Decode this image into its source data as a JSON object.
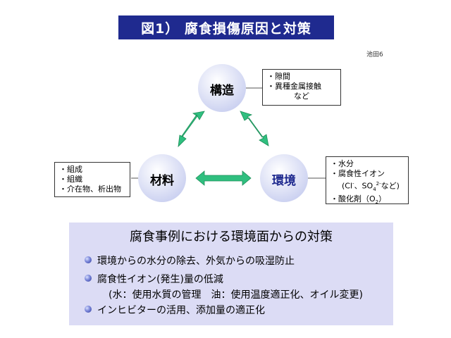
{
  "title": "図1） 腐食損傷原因と対策",
  "credit": "池田6",
  "nodes": {
    "structure": "構造",
    "material": "材料",
    "environment": "環境"
  },
  "notes": {
    "structure": [
      "・隙間",
      "・異種金属接触",
      "など"
    ],
    "material": [
      "・組成",
      "・組織",
      "・介在物、析出物"
    ],
    "environment": {
      "line1": "・水分",
      "line2": "・腐食性イオン",
      "line3_a": "(Cl",
      "line3_b": "-",
      "line3_c": "、SO",
      "line3_d": "4",
      "line3_e": "2-",
      "line3_f": "など)",
      "line4_a": "・酸化剤（O",
      "line4_b": "2",
      "line4_c": "）"
    }
  },
  "panel": {
    "heading": "腐食事例における環境面からの対策",
    "items": [
      "環境からの水分の除去、外気からの吸湿防止",
      "腐食性イオン(発生)量の低減",
      "(水：使用水質の管理　油：使用温度適正化、オイル変更)",
      "インヒビターの活用、添加量の適正化"
    ]
  },
  "colors": {
    "title_bg": "#1f2a8f",
    "arrow": "#2fbf7f",
    "node_fill": "#dfe3f7",
    "panel_bg": "#dcdcf5"
  }
}
